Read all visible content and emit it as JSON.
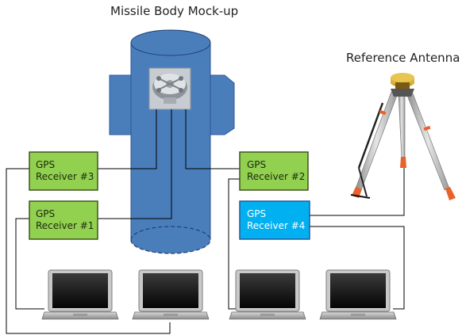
{
  "titles": {
    "missile": "Missile Body Mock-up",
    "antenna": "Reference Antenna"
  },
  "receivers": [
    {
      "line1": "GPS",
      "line2": "Receiver #3",
      "color": "#92d050"
    },
    {
      "line1": "GPS",
      "line2": "Receiver #1",
      "color": "#92d050"
    },
    {
      "line1": "GPS",
      "line2": "Receiver #2",
      "color": "#92d050"
    },
    {
      "line1": "GPS",
      "line2": "Receiver #4",
      "color": "#00b0f0"
    }
  ],
  "colors": {
    "missile_body": "#4a7ebb",
    "missile_outline": "#2f5597",
    "wire": "#000000",
    "tripod_leg": "#b8b8b8",
    "tripod_tip": "#e8632b",
    "antenna_head": "#c9a227"
  },
  "icons": {
    "antenna_array": "gps-antenna-array-photo",
    "tripod": "surveying-tripod",
    "laptop": "laptop-icon"
  }
}
